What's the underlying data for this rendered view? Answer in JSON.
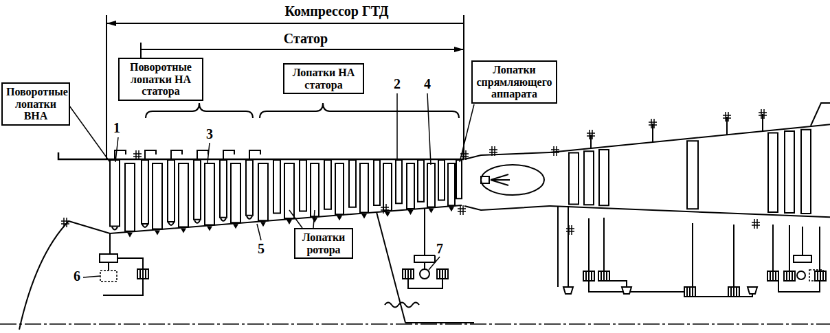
{
  "diagram": {
    "nodes": [
      {
        "text": [
          "Поворотные лопатки ВНА"
        ]
      },
      {
        "text": [
          "Поворотные лопатки НА статора"
        ]
      },
      {
        "text": [
          "Лопатки НА статора"
        ]
      },
      {
        "text": [
          "Лопатки ротора"
        ]
      },
      {
        "text": [
          "Лопатки спрямляющего аппарата"
        ]
      }
    ],
    "labels": [
      "Компрессор ГТД",
      "Статор",
      "1",
      "2",
      "3",
      "4",
      "5",
      "6",
      "7"
    ]
  }
}
